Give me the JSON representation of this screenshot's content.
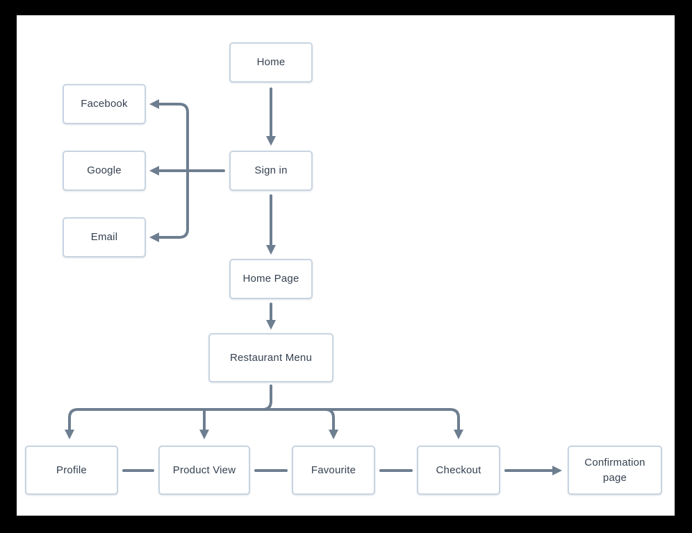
{
  "canvas": {
    "background": "#ffffff",
    "frame": "#000000"
  },
  "colors": {
    "node_border": "#c7d4e1",
    "node_fill": "#ffffff",
    "connector": "#6d7e90",
    "text": "#344150"
  },
  "diagram": {
    "type": "flowchart",
    "nodes": [
      {
        "id": "home",
        "label": "Home"
      },
      {
        "id": "facebook",
        "label": "Facebook"
      },
      {
        "id": "google",
        "label": "Google"
      },
      {
        "id": "email",
        "label": "Email"
      },
      {
        "id": "sign-in",
        "label": "Sign in"
      },
      {
        "id": "home-page",
        "label": "Home Page"
      },
      {
        "id": "restaurant-menu",
        "label": "Restaurant Menu"
      },
      {
        "id": "profile",
        "label": "Profile"
      },
      {
        "id": "product-view",
        "label": "Product View"
      },
      {
        "id": "favourite",
        "label": "Favourite"
      },
      {
        "id": "checkout",
        "label": "Checkout"
      },
      {
        "id": "confirmation-page",
        "label": "Confirmation page"
      }
    ],
    "edges": [
      {
        "from": "home",
        "to": "sign-in",
        "arrow": true
      },
      {
        "from": "sign-in",
        "to": "facebook",
        "arrow": true
      },
      {
        "from": "sign-in",
        "to": "google",
        "arrow": true
      },
      {
        "from": "sign-in",
        "to": "email",
        "arrow": true
      },
      {
        "from": "sign-in",
        "to": "home-page",
        "arrow": true
      },
      {
        "from": "home-page",
        "to": "restaurant-menu",
        "arrow": true
      },
      {
        "from": "restaurant-menu",
        "to": "profile",
        "arrow": true
      },
      {
        "from": "restaurant-menu",
        "to": "product-view",
        "arrow": true
      },
      {
        "from": "restaurant-menu",
        "to": "favourite",
        "arrow": true
      },
      {
        "from": "restaurant-menu",
        "to": "checkout",
        "arrow": true
      },
      {
        "from": "profile",
        "to": "product-view",
        "arrow": false
      },
      {
        "from": "product-view",
        "to": "favourite",
        "arrow": false
      },
      {
        "from": "favourite",
        "to": "checkout",
        "arrow": false
      },
      {
        "from": "checkout",
        "to": "confirmation-page",
        "arrow": true
      }
    ]
  }
}
